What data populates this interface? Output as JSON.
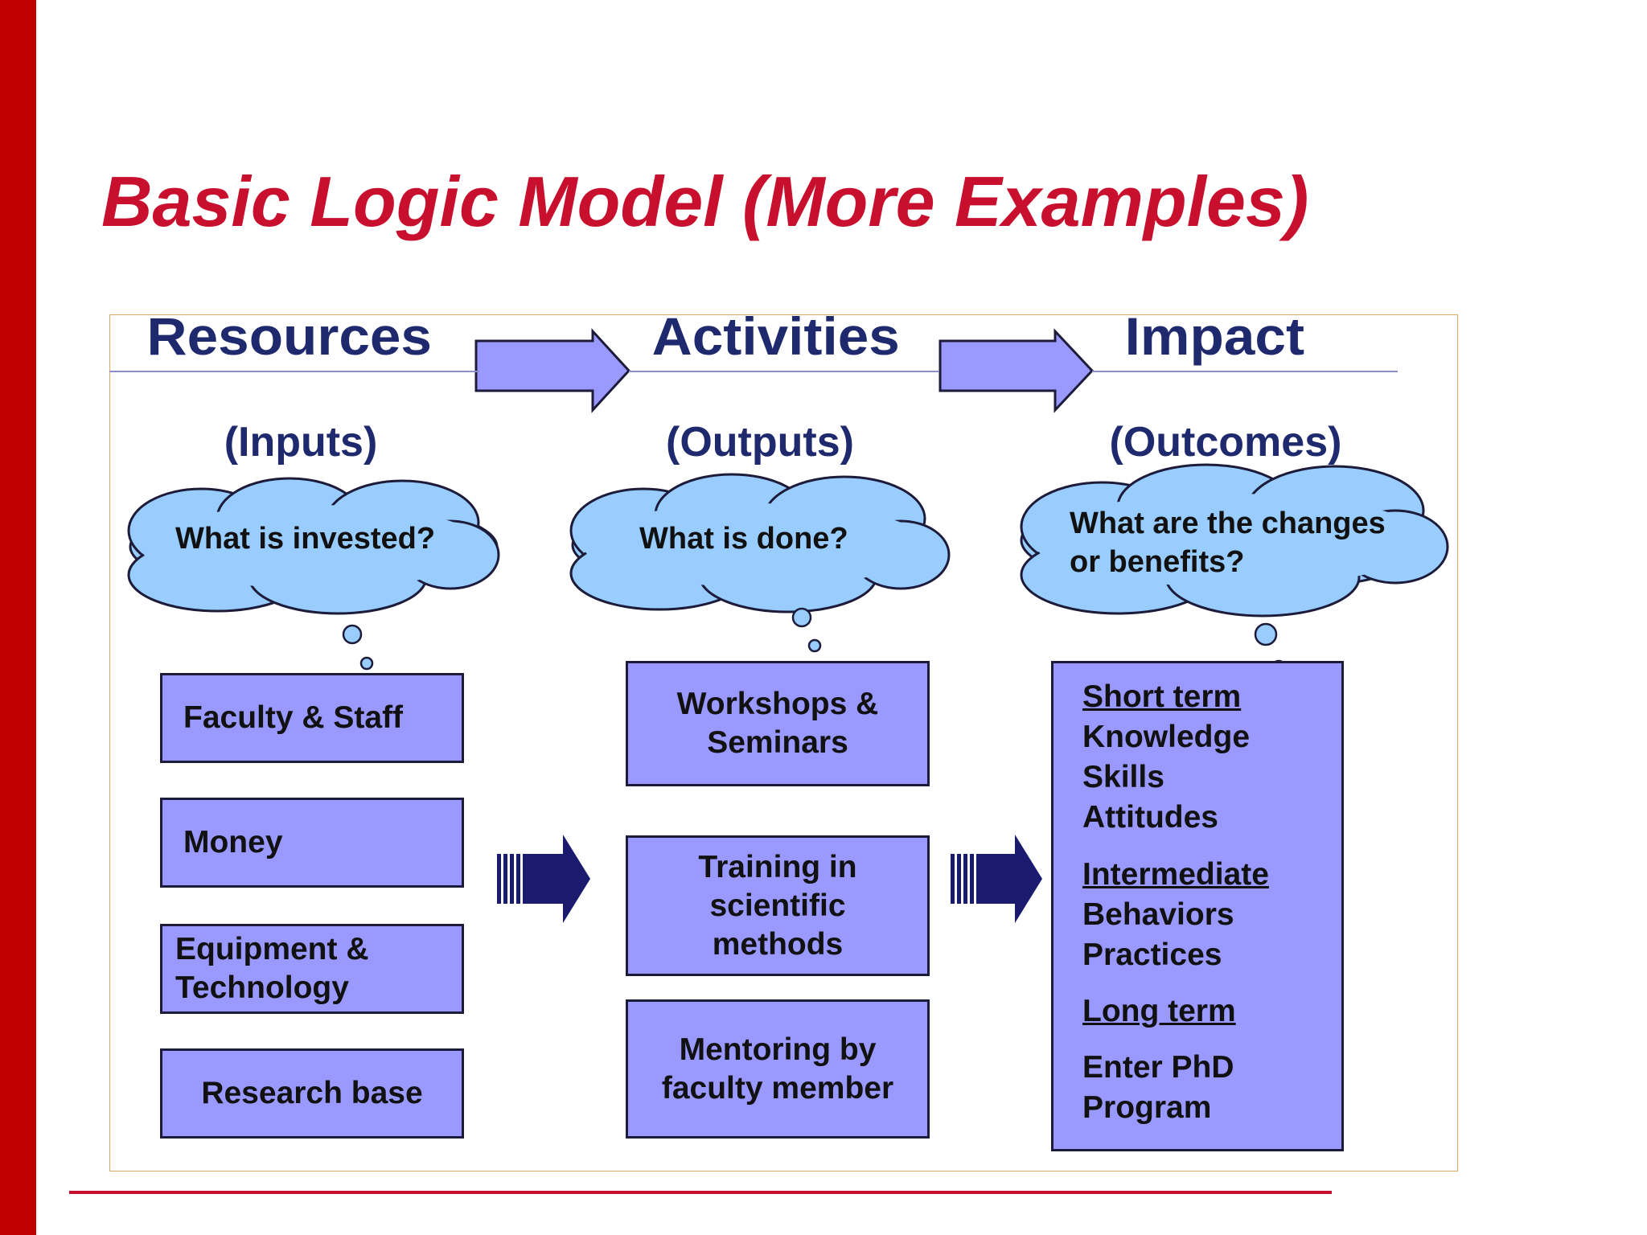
{
  "slide": {
    "title": "Basic Logic Model (More Examples)",
    "accent_color": "#c8102e"
  },
  "columns": [
    {
      "heading": "Resources",
      "subheading": "(Inputs)",
      "question": "What is invested?",
      "items": [
        "Faculty & Staff",
        "Money",
        "Equipment &\nTechnology",
        "Research base"
      ]
    },
    {
      "heading": "Activities",
      "subheading": "(Outputs)",
      "question": "What is done?",
      "items": [
        "Workshops &\nSeminars",
        "Training in\nscientific\nmethods",
        "Mentoring by\nfaculty member"
      ]
    },
    {
      "heading": "Impact",
      "subheading": "(Outcomes)",
      "question_line1": "What are the changes",
      "question_line2": "or benefits?",
      "sections": [
        {
          "label": "Short term",
          "lines": [
            "Knowledge",
            "Skills",
            "Attitudes"
          ]
        },
        {
          "label": "Intermediate",
          "lines": [
            "Behaviors",
            "Practices"
          ]
        },
        {
          "label": "Long term",
          "lines": [
            "Enter PhD",
            "Program"
          ]
        }
      ]
    }
  ],
  "colors": {
    "box_fill": "#9999ff",
    "cloud_fill": "#99ccff",
    "heading_text": "#1f2a6e",
    "arrow_dark": "#1a1a6e",
    "arrow_light": "#9999ff"
  },
  "icons": [
    "thought-cloud",
    "right-arrow"
  ]
}
